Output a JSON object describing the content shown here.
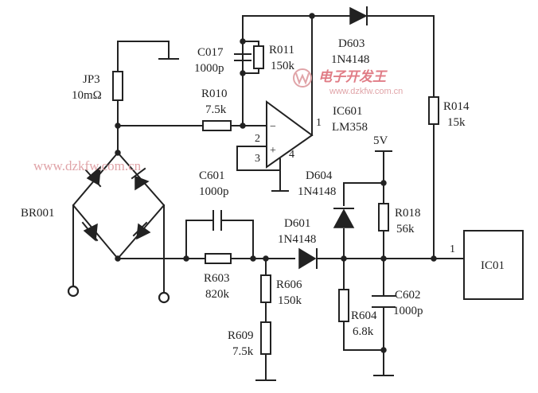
{
  "labels": {
    "jp3": "JP3",
    "jp3_value": "10mΩ",
    "c017": "C017",
    "c017_value": "1000p",
    "r011": "R011",
    "r011_value": "150k",
    "r010": "R010",
    "r010_value": "7.5k",
    "d603": "D603",
    "d603_value": "1N4148",
    "r014": "R014",
    "r014_value": "15k",
    "ic601": "IC601",
    "ic601_value": "LM358",
    "pin1": "1",
    "pin2": "2",
    "pin3": "3",
    "pin4": "4",
    "minus": "−",
    "plus": "+",
    "v5": "5V",
    "c601": "C601",
    "c601_value": "1000p",
    "d604": "D604",
    "d604_value": "1N4148",
    "br001": "BR001",
    "d601": "D601",
    "d601_value": "1N4148",
    "r018": "R018",
    "r018_value": "56k",
    "ic01": "IC01",
    "ic01_pin": "1",
    "r603": "R603",
    "r603_value": "820k",
    "r606": "R606",
    "r606_value": "150k",
    "c602": "C602",
    "c602_value": "1000p",
    "r604": "R604",
    "r604_value": "6.8k",
    "r609": "R609",
    "r609_value": "7.5k"
  },
  "watermark": {
    "url": "www.dzkfw.com.cn",
    "logo_text": "电子开发王",
    "logo_url": "www.dzkfw.com.cn"
  },
  "colors": {
    "ink": "#222222",
    "watermark": "#e0a4a8"
  }
}
